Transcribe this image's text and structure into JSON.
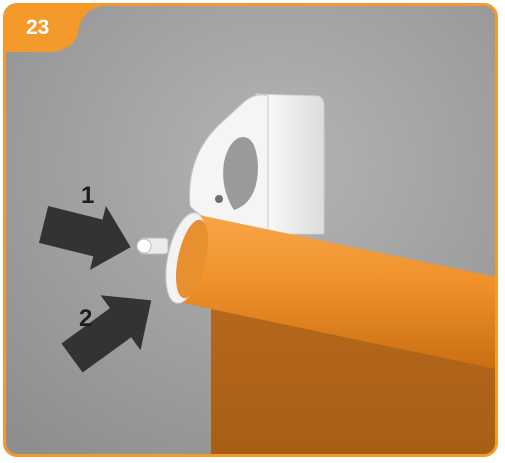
{
  "step": {
    "number": "23"
  },
  "callouts": [
    {
      "label": "1"
    },
    {
      "label": "2"
    }
  ],
  "colors": {
    "frame": "#f39a2b",
    "wall": "#9b9b9b",
    "blind": "#f0902a",
    "arrow": "#333333",
    "bracket": "#f2f2f2"
  },
  "icons": {
    "arrow_1": "arrow-right-icon",
    "arrow_2": "arrow-up-right-icon"
  }
}
